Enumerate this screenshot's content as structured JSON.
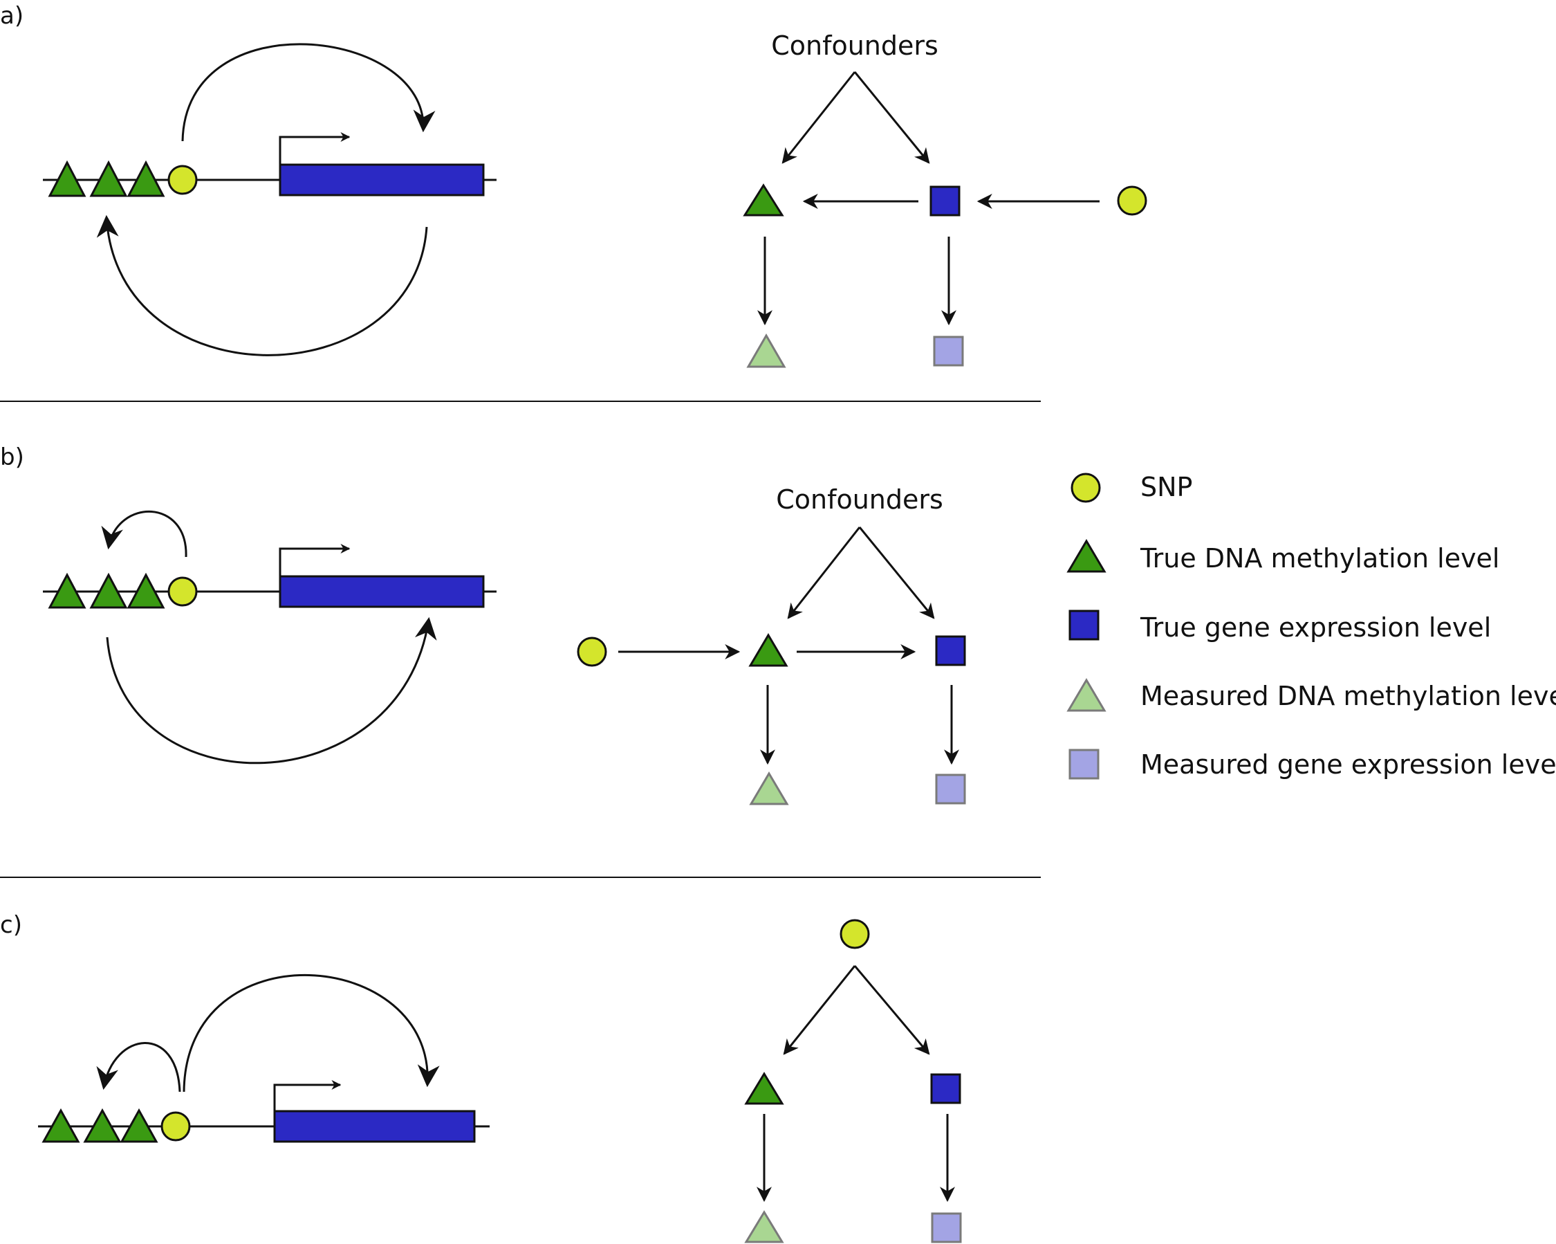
{
  "panels": [
    {
      "label": "a)",
      "confounders": "Confounders"
    },
    {
      "label": "b)",
      "confounders": "Confounders"
    },
    {
      "label": "c)",
      "confounders": ""
    }
  ],
  "legend": [
    {
      "label": "SNP",
      "shape": "circle"
    },
    {
      "label": "True DNA methylation level",
      "shape": "triangle"
    },
    {
      "label": "True gene expression level",
      "shape": "square"
    },
    {
      "label": "Measured DNA methylation level",
      "shape": "triangle-light"
    },
    {
      "label": "Measured gene expression level",
      "shape": "square-light"
    }
  ],
  "colors": {
    "snp": "#d4e52c",
    "methylation": "#3a9a12",
    "methylation_measured": "#a9d692",
    "expression": "#2b29c4",
    "expression_measured": "#a3a4e4",
    "line": "#111111",
    "measured_stroke": "#7a7a7a"
  }
}
